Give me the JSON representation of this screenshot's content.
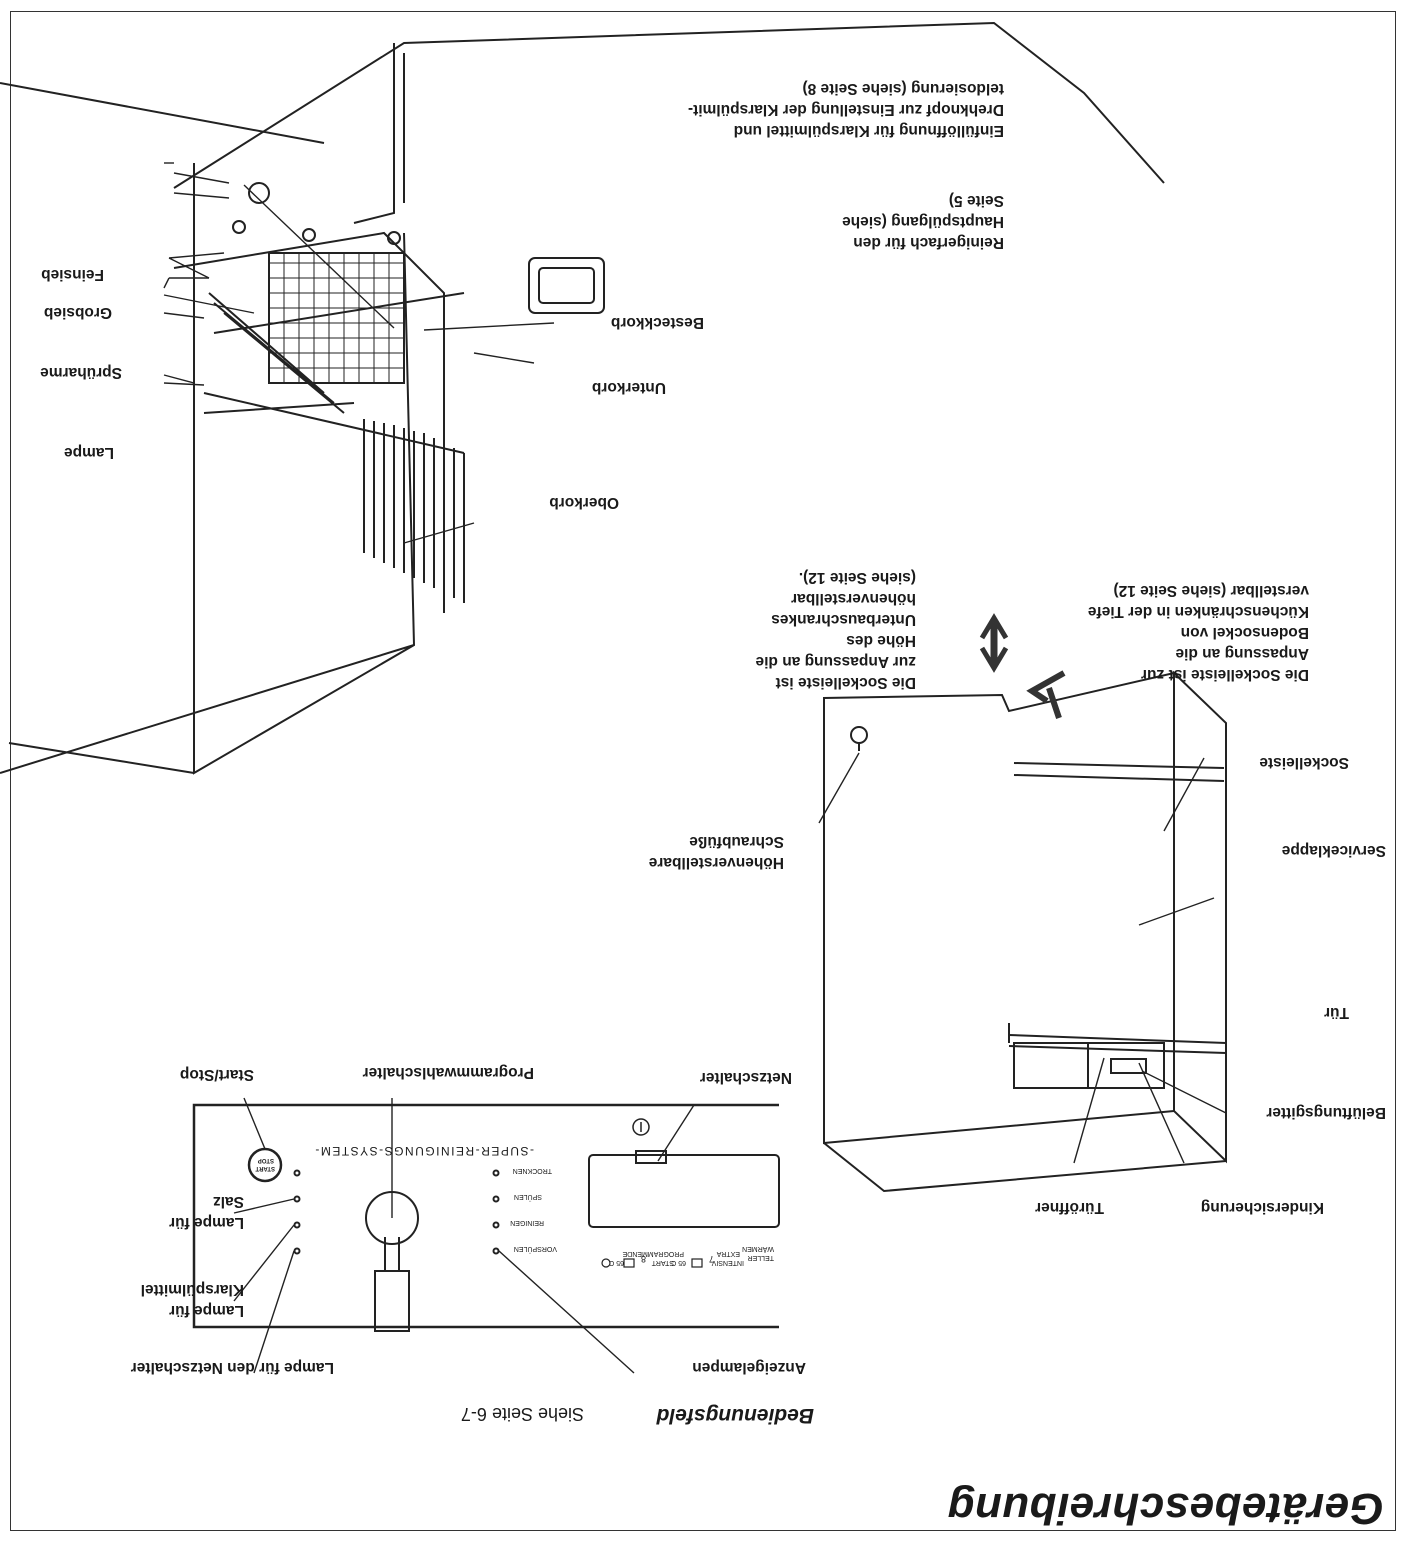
{
  "page": {
    "title": "Gerätebeschreibung",
    "subtitle": "Bedienungsfeld",
    "subtitle_ref": "Siehe Seite 6-7"
  },
  "control_panel": {
    "labels": {
      "anzeigelampen": "Anzeigelampen",
      "lampe_netzschalter": "Lampe für den Netzschalter",
      "lampe_klarspuel_1": "Lampe für",
      "lampe_klarspuel_2": "Klarspülmittel",
      "lampe_salz_1": "Lampe für",
      "lampe_salz_2": "Salz",
      "netzschalter": "Netzschalter",
      "programmwahlschalter": "Programmwahlschalter",
      "start_stop": "Start/Stop"
    },
    "panel_text": {
      "brand_strip": "-SUPER-REINIGUNGS-SYSTEM-",
      "prog_vorspuelen": "VORSPÜLEN",
      "prog_reinigen": "REINIGEN",
      "prog_spuelen": "SPÜLEN",
      "prog_trocknen": "TROCKNEN",
      "opt_teller_1": "TELLER",
      "opt_teller_2": "WÄRMEN",
      "opt_num7": "7",
      "opt_intensiv_1": "INTENSIV",
      "opt_intensiv_2": "EXTRA",
      "opt_65c": "65 C",
      "opt_num8": "8",
      "opt_start_1": "START",
      "opt_start_2": "PROGRAMMENDE",
      "opt_65c_b": "65 C",
      "start_button_1": "START",
      "start_button_2": "STOP"
    }
  },
  "machine_exterior": {
    "labels": {
      "kindersicherung": "Kindersicherung",
      "tueroeffner": "Türöffner",
      "belueftungsgitter": "Belüftungsgitter",
      "tuer": "Tür",
      "serviceklappe": "Serviceklappe",
      "sockelleiste": "Sockelleiste",
      "schraubfuesse_1": "Höhenverstellbare",
      "schraubfuesse_2": "Schraubfüße",
      "tiefe_1": "Die Sockelleiste ist zur",
      "tiefe_2": "Anpassung an die",
      "tiefe_3": "Bodensockel von",
      "tiefe_4": "Küchenschränken in der Tiefe",
      "tiefe_5": "verstellbar (siehe Seite 12)",
      "hoehe_1": "Die Sockelleiste ist",
      "hoehe_2": "zur Anpassung an die",
      "hoehe_3": "Höhe des",
      "hoehe_4": "Unterbauschrankes",
      "hoehe_5": "höhenverstellbar",
      "hoehe_6": "(siehe Seite 12)."
    }
  },
  "machine_interior": {
    "labels": {
      "oberkorb": "Oberkorb",
      "lampe": "Lampe",
      "spruharme": "Sprüharme",
      "unterkorb": "Unterkorb",
      "besteckkorb": "Besteckkorb",
      "grobsieb": "Grobsieb",
      "feinsieb": "Feinsieb",
      "reinigerfach_1": "Reinigerfach für den",
      "reinigerfach_2": "Hauptspülgang (siehe",
      "reinigerfach_3": "Seite 5)",
      "klarspuel_1": "Einfüllöffnung für Klarspülmittel und",
      "klarspuel_2": "Drehknopf zur Einstellung der Klarspülmit-",
      "klarspuel_3": "teldosierung (siehe Seite 8)"
    }
  }
}
